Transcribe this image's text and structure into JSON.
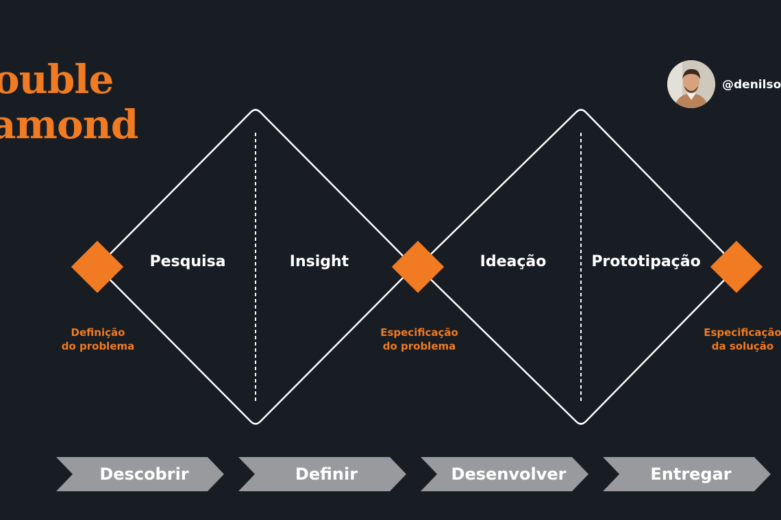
{
  "title": {
    "line1": "ouble",
    "line2": "amond"
  },
  "author": {
    "handle": "@denilso"
  },
  "phases": {
    "pesquisa": "Pesquisa",
    "insight": "Insight",
    "ideacao": "Ideação",
    "prototipacao": "Prototipação"
  },
  "milestones": {
    "definicao": {
      "line1": "Definição",
      "line2": "do problema"
    },
    "especificacao_problema": {
      "line1": "Especificação",
      "line2": "do problema"
    },
    "especificacao_solucao": {
      "line1": "Especificação",
      "line2": "da solução"
    }
  },
  "steps": [
    "Descobrir",
    "Definir",
    "Desenvolver",
    "Entregar"
  ],
  "colors": {
    "background": "#181c23",
    "accent": "#f07b22",
    "step": "#999a9d",
    "line": "#ffffff"
  }
}
